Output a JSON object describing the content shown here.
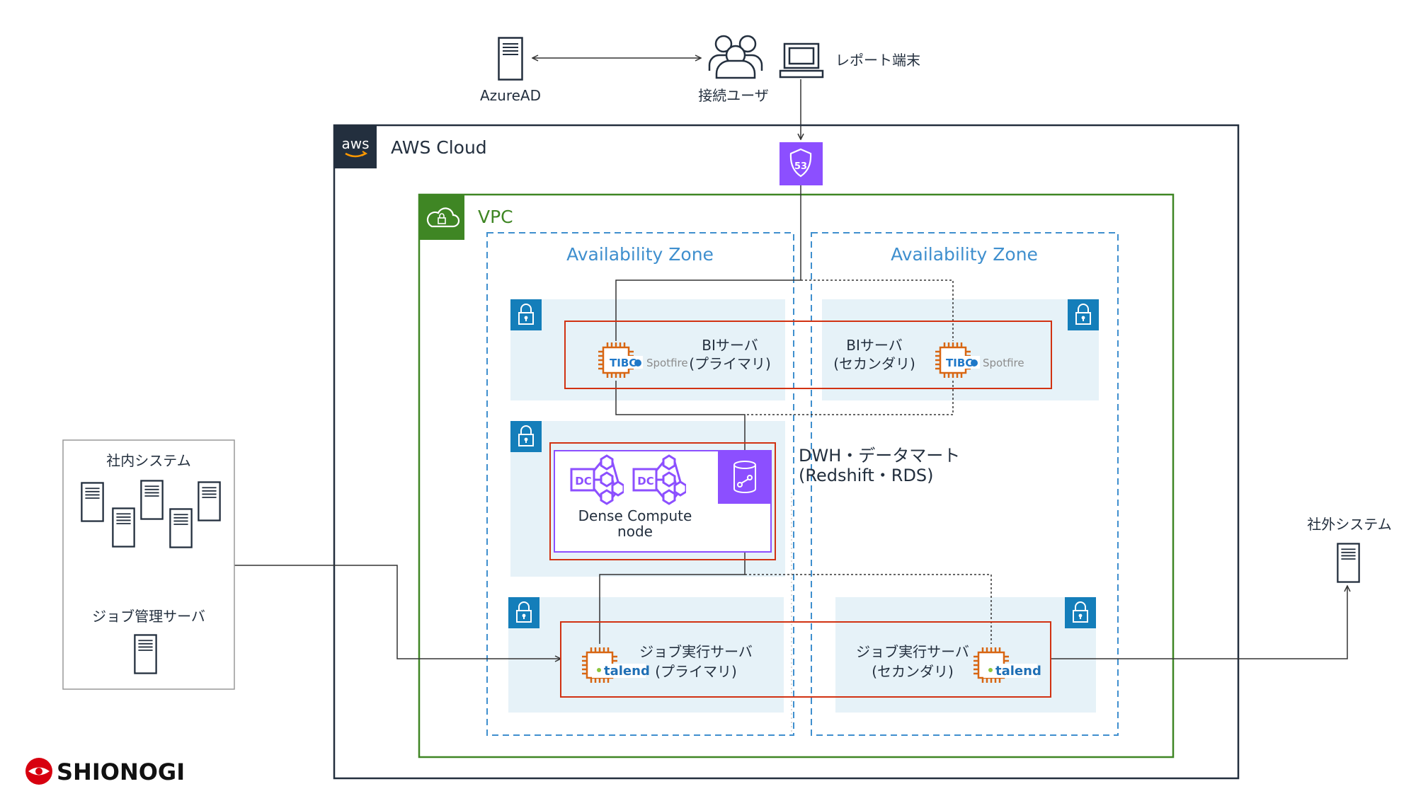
{
  "labels": {
    "azure_ad": "AzureAD",
    "connected_user": "接続ユーザ",
    "report_terminal": "レポート端末",
    "aws_badge": "aws",
    "aws_cloud": "AWS Cloud",
    "route53_badge": "53",
    "vpc": "VPC",
    "az_left": "Availability Zone",
    "az_right": "Availability Zone",
    "bi_primary_line1": "BIサーバ",
    "bi_primary_line2": "(プライマリ)",
    "bi_secondary_line1": "BIサーバ",
    "bi_secondary_line2": "(セカンダリ)",
    "tibco_left": "TIBC",
    "spotfire_left": "Spotfire",
    "tibco_right": "TIBC",
    "spotfire_right": "Spotfire",
    "dc_1": "DC",
    "dc_2": "DC",
    "dense_line1": "Dense Compute",
    "dense_line2": "node",
    "dwh_line1": "DWH・データマート",
    "dwh_line2": "(Redshift・RDS)",
    "internal_system": "社内システム",
    "job_mgmt_server": "ジョブ管理サーバ",
    "external_system": "社外システム",
    "job_primary_line1": "ジョブ実行サーバ",
    "job_primary_line2": "(プライマリ)",
    "job_secondary_line1": "ジョブ実行サーバ",
    "job_secondary_line2": "(セカンダリ)",
    "talend_left": "talend",
    "talend_right": "talend",
    "company": "SHIONOGI"
  },
  "colors": {
    "aws_border": "#232f3e",
    "vpc_green": "#3f8624",
    "az_blue": "#3f8fce",
    "subnet_fill": "#e6f2f8",
    "subnet_icon": "#147eba",
    "ec2_orange": "#d86613",
    "group_red": "#d13212",
    "redshift_purple": "#8c4fff",
    "route53_purple": "#8c4fff",
    "shionogi_red": "#d7000f"
  }
}
